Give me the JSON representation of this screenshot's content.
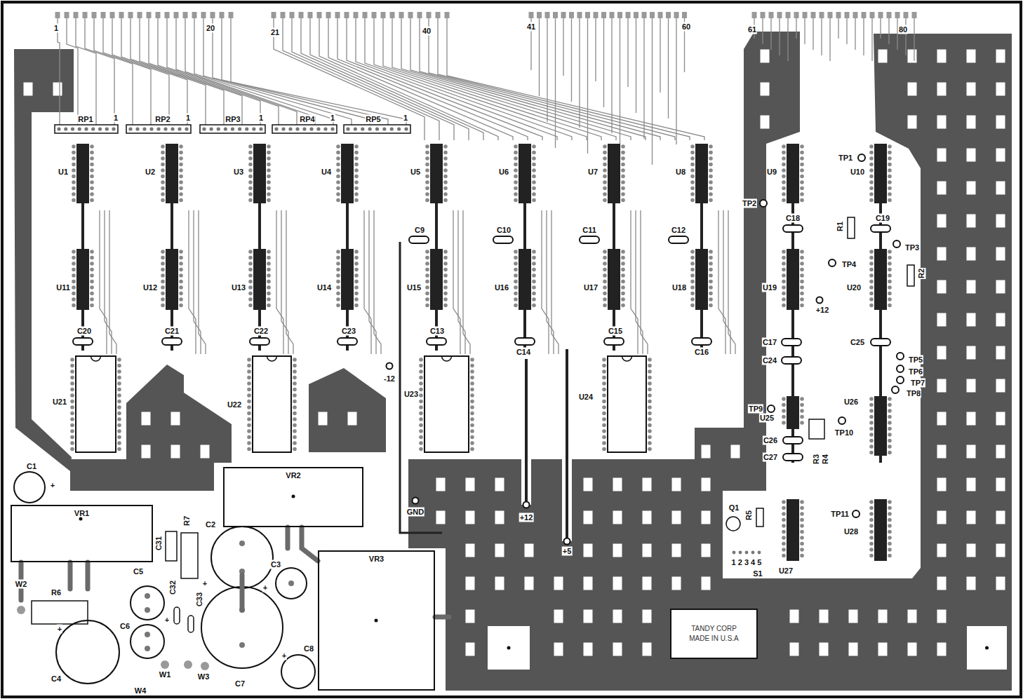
{
  "diagram": {
    "nodes": [
      {
        "text": [
          "VR2"
        ]
      },
      {
        "text": [
          "VR1"
        ]
      },
      {
        "text": [
          "VR3"
        ]
      },
      {
        "text": [
          "TANDY CORP",
          "MADE IN U.S.A"
        ]
      }
    ],
    "labels": [
      "1",
      "20",
      "21",
      "40",
      "41",
      "60",
      "61",
      "80",
      "RP1",
      "1",
      "RP2",
      "1",
      "RP3",
      "1",
      "RP4",
      "1",
      "RP5",
      "1",
      "U1",
      "U2",
      "U3",
      "U4",
      "U5",
      "U6",
      "U7",
      "U8",
      "U9",
      "U10",
      "U11",
      "U12",
      "U13",
      "U14",
      "U15",
      "U16",
      "U17",
      "U18",
      "U19",
      "U20",
      "U21",
      "U22",
      "U23",
      "U24",
      "U25",
      "U26",
      "U27",
      "U28",
      "C1",
      "C2",
      "C3",
      "C4",
      "C5",
      "C6",
      "C7",
      "C8",
      "C9",
      "C10",
      "C11",
      "C12",
      "C13",
      "C14",
      "C15",
      "C16",
      "C17",
      "C18",
      "C19",
      "C20",
      "C21",
      "C22",
      "C23",
      "C24",
      "C25",
      "C26",
      "C27",
      "C31",
      "C32",
      "C33",
      "R1",
      "R2",
      "R3",
      "R4",
      "R5",
      "R6",
      "R7",
      "TP1",
      "TP2",
      "TP3",
      "TP4",
      "TP5",
      "TP6",
      "TP7",
      "TP8",
      "TP9",
      "TP10",
      "TP11",
      "+12",
      "-12",
      "GND",
      "+12",
      "+5",
      "Q1",
      "1 2 3 4 5",
      "S1",
      "W1",
      "W2",
      "W3",
      "W4",
      "+",
      "+",
      "+",
      "+",
      "+",
      "+"
    ]
  }
}
